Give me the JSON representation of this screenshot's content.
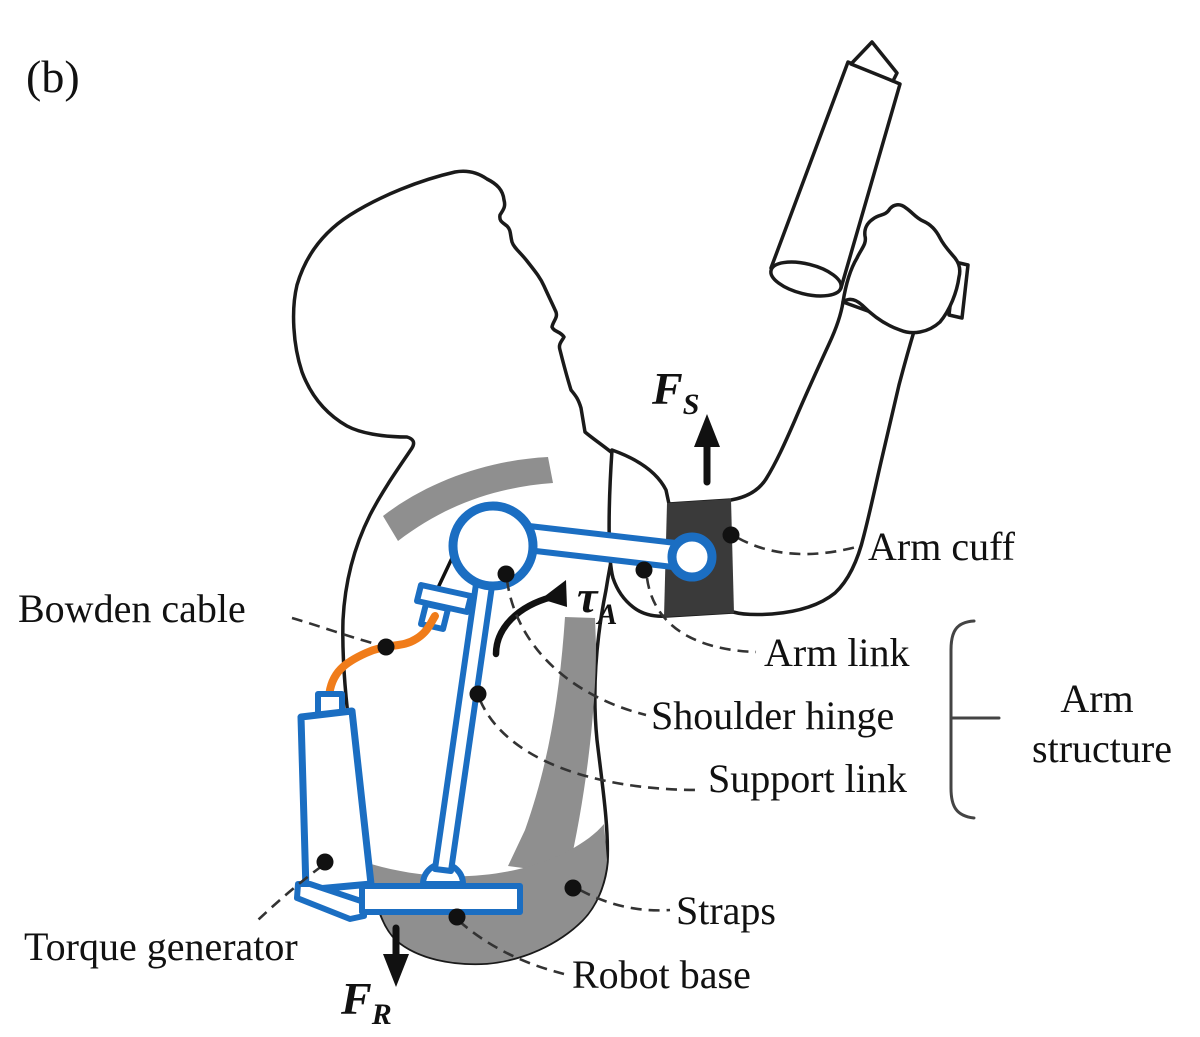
{
  "figure": {
    "panel_label": "(b)",
    "labels": {
      "bowden_cable": "Bowden cable",
      "torque_generator": "Torque generator",
      "arm_cuff": "Arm cuff",
      "arm_link": "Arm link",
      "shoulder_hinge": "Shoulder hinge",
      "support_link": "Support link",
      "arm_structure_line1": "Arm",
      "arm_structure_line2": "structure",
      "straps": "Straps",
      "robot_base": "Robot base"
    },
    "symbols": {
      "shoulder_force": {
        "main": "F",
        "sub": "S"
      },
      "reaction_force": {
        "main": "F",
        "sub": "R"
      },
      "assist_torque": {
        "main": "τ",
        "sub": "A"
      }
    }
  },
  "colors": {
    "robot_blue": "#1b6ec2",
    "cable_orange": "#f07c1a",
    "strap_gray": "#8f8f8f",
    "cuff_dark": "#3a3a3a",
    "outline_black": "#1a1a1a"
  }
}
